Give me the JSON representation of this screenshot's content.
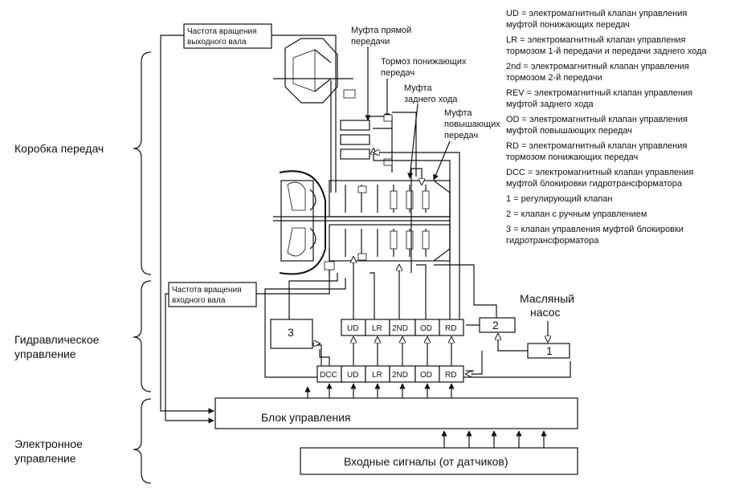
{
  "sections": {
    "gearbox": "Коробка передач",
    "hydraulic": [
      "Гидравлическое",
      "управление"
    ],
    "electronic": [
      "Электронное",
      "управление"
    ]
  },
  "labels": {
    "output_speed": [
      "Частота вращения",
      "выходного вала"
    ],
    "input_speed": [
      "Частота вращения",
      "входного вала"
    ],
    "direct_clutch": [
      "Муфта прямой",
      "передачи"
    ],
    "underdrive_brake": [
      "Тормоз понижающих",
      "передач"
    ],
    "reverse_clutch": [
      "Муфта",
      "заднего хода"
    ],
    "overdrive_clutch": [
      "Муфта",
      "повышающих",
      "передач"
    ],
    "oil_pump": [
      "Масляный",
      "насос"
    ]
  },
  "blocks": {
    "control_unit": "Блок управления",
    "input_signals": "Входные сигналы (от датчиков)",
    "valve_1": "1",
    "valve_2": "2",
    "valve_3": "3"
  },
  "solenoids_top": [
    "UD",
    "LR",
    "2ND",
    "OD",
    "RD"
  ],
  "solenoids_bottom": [
    "DCC",
    "UD",
    "LR",
    "2ND",
    "OD",
    "RD"
  ],
  "legend": [
    [
      "UD = электромагнитный клапан управления",
      "муфтой понижающих передач"
    ],
    [
      "LR = электромагнитный клапан управления",
      "тормозом 1-й передачи и передачи заднего хода"
    ],
    [
      "2nd = электромагнитный клапан управления",
      "тормозом 2-й передачи"
    ],
    [
      "REV = электромагнитный клапан управления",
      "муфтой заднего хода"
    ],
    [
      "OD = электромагнитный клапан управления",
      "муфтой повышающих передач"
    ],
    [
      "RD = электромагнитный клапан управления",
      "тормозом понижающих передач"
    ],
    [
      "DCC = электромагнитный клапан управления",
      "муфтой блокировки гидротрансформатора"
    ],
    [
      "1 = регулирующий клапан"
    ],
    [
      "2 = клапан с ручным управлением"
    ],
    [
      "3 = клапан управления муфтой блокировки",
      "гидротрансформатора"
    ]
  ]
}
